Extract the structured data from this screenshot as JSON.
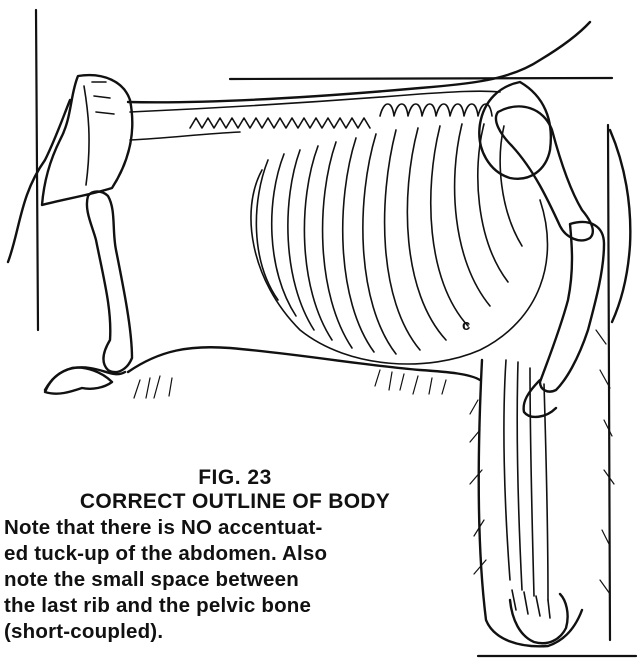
{
  "figure": {
    "number": "FIG. 23",
    "title": "CORRECT OUTLINE OF BODY",
    "note": "Note that there is NO accentuat-\ned tuck-up of the abdomen. Also\nnote the small space between\nthe last rib and the pelvic bone\n(short-coupled)."
  },
  "labels": {
    "rib_marker": "c"
  }
}
